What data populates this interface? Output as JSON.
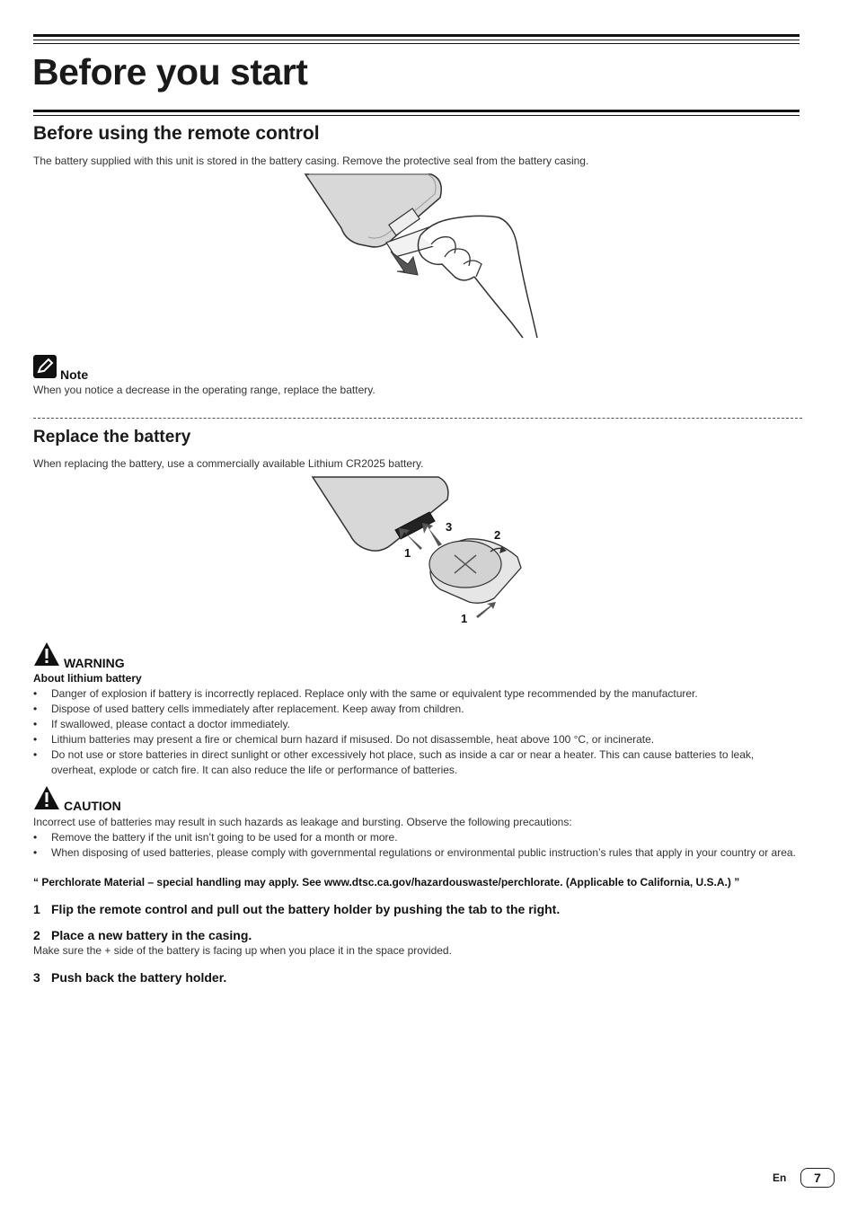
{
  "page_title": "Before you start",
  "section1": {
    "heading": "Before using the remote control",
    "intro": "The battery supplied with this unit is stored in the battery casing. Remove the protective seal from the battery casing."
  },
  "note": {
    "label": "Note",
    "text": "When you notice a decrease in the operating range, replace the battery."
  },
  "section2": {
    "heading": "Replace the battery",
    "intro": "When replacing the battery, use a commercially available Lithium CR2025 battery.",
    "figure_labels": [
      "1",
      "2",
      "3",
      "1"
    ]
  },
  "warning": {
    "label": "WARNING",
    "subheading": "About lithium battery",
    "items": [
      "Danger of explosion if battery is incorrectly replaced. Replace only with the same or equivalent type recommended by the manufacturer.",
      "Dispose of used battery cells immediately after replacement. Keep away from children.",
      "If swallowed, please contact a doctor immediately.",
      "Lithium batteries may present a fire or chemical burn hazard if misused. Do not disassemble, heat above 100 °C, or incinerate.",
      "Do not use or store batteries in direct sunlight or other excessively hot place, such as inside a car or near a heater. This can cause batteries to leak, overheat, explode or catch fire. It can also reduce the life or performance of batteries."
    ]
  },
  "caution": {
    "label": "CAUTION",
    "intro": "Incorrect use of batteries may result in such hazards as leakage and bursting. Observe the following precautions:",
    "items": [
      "Remove the battery if the unit isn’t going to be used for a month or more.",
      "When disposing of used batteries, please comply with governmental regulations or environmental public instruction’s rules that apply in your country or area."
    ],
    "perchlorate": "“ Perchlorate Material – special handling may apply. See www.dtsc.ca.gov/hazardouswaste/perchlorate. (Applicable to California, U.S.A.) ”"
  },
  "steps": [
    {
      "num": "1",
      "text": "Flip the remote control and pull out the battery holder by pushing the tab to the right."
    },
    {
      "num": "2",
      "text": "Place a new battery in the casing.",
      "detail": "Make sure the + side of the battery is facing up when you place it in the space provided."
    },
    {
      "num": "3",
      "text": "Push back the battery holder."
    }
  ],
  "footer": {
    "lang": "En",
    "page": "7"
  }
}
